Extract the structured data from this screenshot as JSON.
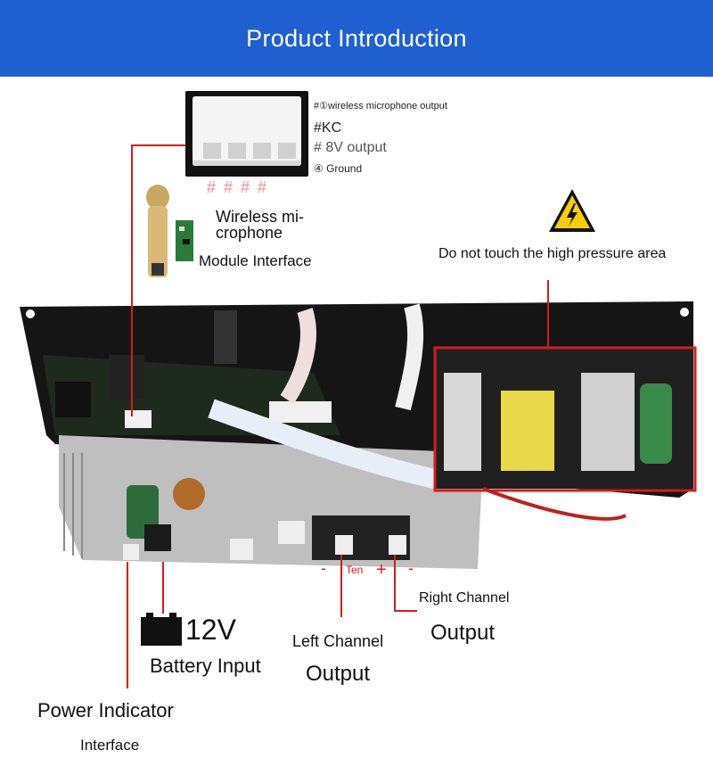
{
  "banner": {
    "title": "Product Introduction"
  },
  "connector": {
    "pins": [
      "#①wireless microphone output",
      "#KC",
      "# 8V output",
      "④ Ground"
    ],
    "pin_marks": "# # # #"
  },
  "labels": {
    "wireless_mic": "Wireless mi-\ncrophone",
    "module_interface": "Module Interface",
    "warning": "Do not touch the high pressure area",
    "battery_voltage": "12V",
    "battery_input": "Battery Input",
    "power_indicator": "Power Indicator",
    "interface": "Interface",
    "left_channel": "Left Channel",
    "left_output": "Output",
    "right_channel": "Right Channel",
    "right_output": "Output",
    "minus_left": "-",
    "ten": "Ten",
    "plus": "+",
    "minus_right": "-"
  },
  "colors": {
    "banner": "#1f5fd0",
    "callout_line": "#d21d1d",
    "warning_yellow": "#f5d000",
    "board": "#1a1a1a"
  },
  "icons": [
    "high-voltage-warning-icon",
    "microphone-icon",
    "battery-icon",
    "connector-icon"
  ]
}
